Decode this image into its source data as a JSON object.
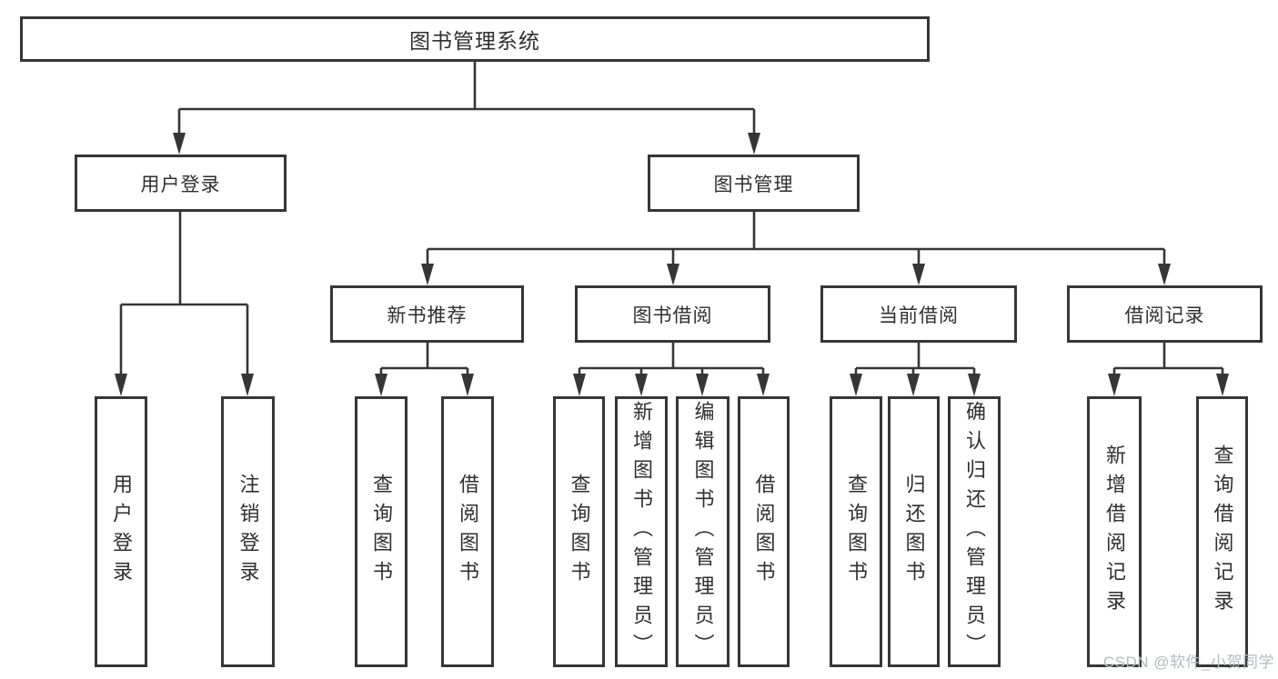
{
  "diagram": {
    "root": {
      "label": "图书管理系统"
    },
    "level1": [
      {
        "label": "用户登录"
      },
      {
        "label": "图书管理"
      }
    ],
    "level2": [
      {
        "label": "新书推荐"
      },
      {
        "label": "图书借阅"
      },
      {
        "label": "当前借阅"
      },
      {
        "label": "借阅记录"
      }
    ],
    "leaves": {
      "user_login": [
        {
          "label": "用户登录"
        },
        {
          "label": "注销登录"
        }
      ],
      "new_book": [
        {
          "label": "查询图书"
        },
        {
          "label": "借阅图书"
        }
      ],
      "book_borrow": [
        {
          "label": "查询图书"
        },
        {
          "label": "新增图书（管理员）"
        },
        {
          "label": "编辑图书（管理员）"
        },
        {
          "label": "借阅图书"
        }
      ],
      "current_borrow": [
        {
          "label": "查询图书"
        },
        {
          "label": "归还图书"
        },
        {
          "label": "确认归还（管理员）"
        }
      ],
      "borrow_records": [
        {
          "label": "新增借阅记录"
        },
        {
          "label": "查询借阅记录"
        }
      ]
    }
  },
  "watermark": {
    "text": "CSDN @软件_小贺同学"
  },
  "colors": {
    "background": "#ffffff",
    "box_bg": "#ffffff",
    "box_border": "#363636",
    "line": "#363636",
    "text": "#2f2f2f",
    "watermark": "#b5b9c0"
  }
}
